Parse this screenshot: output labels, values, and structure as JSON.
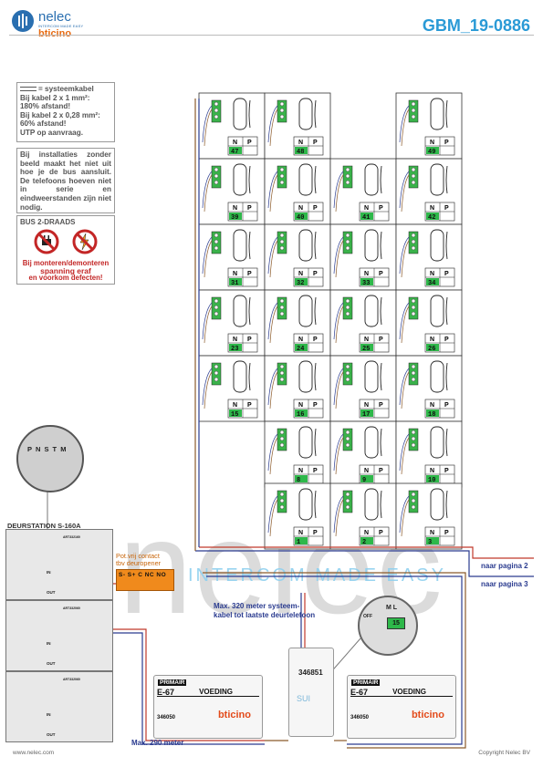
{
  "header": {
    "brand_name": "nelec",
    "brand_tagline": "INTERCOM MADE EASY",
    "brand_partner": "bticino",
    "doc_code": "GBM_19-0886"
  },
  "notes": {
    "cable": {
      "title": "= systeemkabel",
      "lines": [
        "Bij kabel 2 x 1 mm²:",
        "180% afstand!",
        "Bij kabel 2 x 0,28 mm²:",
        "60% afstand!",
        "UTP op aanvraag."
      ]
    },
    "install": "Bij installaties zonder beeld maakt het niet uit hoe je de bus aansluit. De telefoons hoeven niet in serie en eindweerstanden zijn niet nodig.",
    "bus": {
      "title": "BUS 2-DRAADS",
      "warning": [
        "Bij monteren/demonteren",
        "spanning eraf",
        "en voorkom defecten!"
      ]
    }
  },
  "grid": {
    "rows": [
      [
        "47",
        "48",
        "",
        "49"
      ],
      [
        "39",
        "40",
        "41",
        "42"
      ],
      [
        "31",
        "32",
        "33",
        "34"
      ],
      [
        "23",
        "24",
        "25",
        "26"
      ],
      [
        "15",
        "16",
        "17",
        "18"
      ],
      [
        "",
        "8",
        "9",
        "10"
      ],
      [
        "",
        "1",
        "2",
        "3"
      ]
    ],
    "np_labels": [
      "N",
      "P"
    ]
  },
  "labels": {
    "door_station": "DEURSTATION S-160A",
    "pot_contact": [
      "Pot.vrij contact",
      "tbv deuropener"
    ],
    "pot_terminals": "S-  S+ C  NC NO",
    "page2": "naar pagina 2",
    "page3": "naar pagina 3",
    "max320": [
      "Max. 320 meter systeem-",
      "kabel tot laatste deurtelefoon"
    ],
    "max290": "Max. 290 meter",
    "footer_left": "www.nelec.com",
    "footer_right": "Copyright Nelec BV",
    "watermark": "nelec",
    "watermark_tag": "INTERCOM MADE EASY",
    "zoom_pins": "P N S T M",
    "door_art": [
      "ART332160",
      "ART332060",
      "ART332060"
    ],
    "door_in": "IN",
    "door_out": "OUT"
  },
  "psu": {
    "primair": "PRIMAIR",
    "model": "E-67",
    "voeding": "VOEDING",
    "code": "346050",
    "brand": "bticino"
  },
  "controller": {
    "code": "346851",
    "sub": "SUI",
    "switch_label": "OFF",
    "ml": "M L",
    "number": "15"
  },
  "colors": {
    "accent": "#2a9ad6",
    "badge_green": "#2eb84a",
    "wire_red": "#c0392b",
    "wire_blue": "#2a3b8f",
    "wire_brown": "#8b5a2b",
    "orange": "#f08a1c"
  }
}
